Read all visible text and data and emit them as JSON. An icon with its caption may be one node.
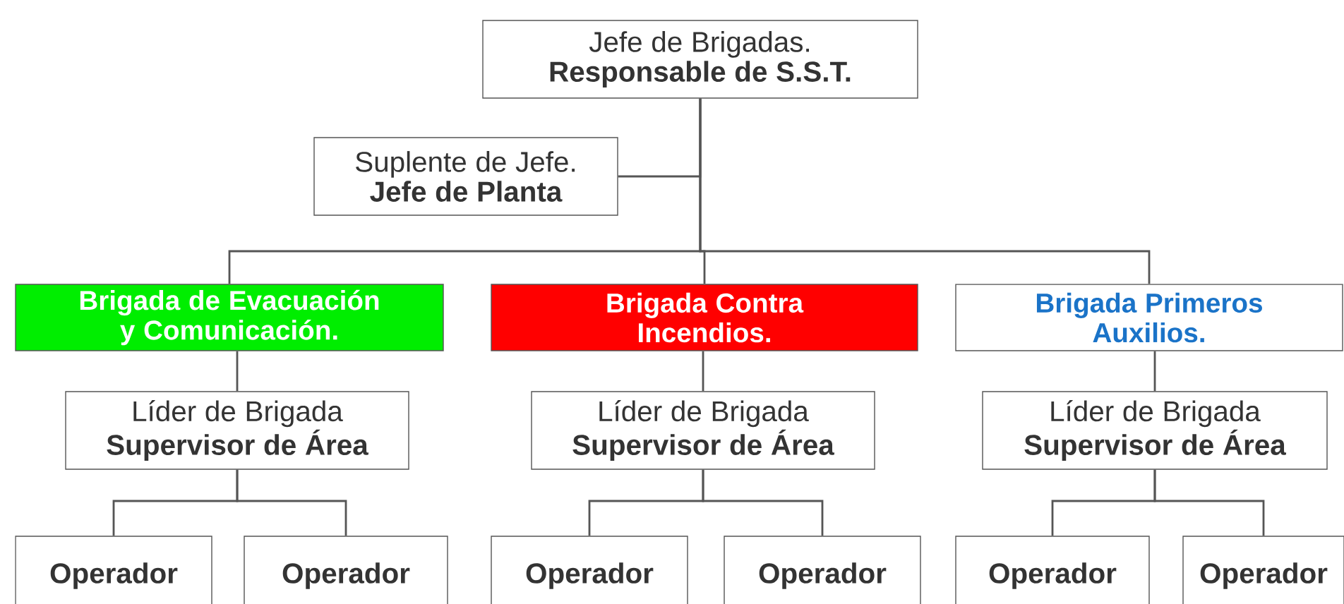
{
  "diagram": {
    "nodes": [
      {
        "text": [
          "Jefe de Brigadas.",
          "Responsable de S.S.T."
        ]
      },
      {
        "text": [
          "Suplente de Jefe.",
          "Jefe de Planta"
        ]
      },
      {
        "text": [
          "Brigada de Evacuación y Comunicación."
        ]
      },
      {
        "text": [
          "Brigada Contra Incendios."
        ]
      },
      {
        "text": [
          "Brigada Primeros Auxilios."
        ]
      },
      {
        "text": [
          "Líder de Brigada",
          "Supervisor de Área"
        ]
      },
      {
        "text": [
          "Líder de Brigada",
          "Supervisor de Área"
        ]
      },
      {
        "text": [
          "Líder de Brigada",
          "Supervisor de Área"
        ]
      },
      {
        "text": [
          "Operador"
        ]
      },
      {
        "text": [
          "Operador"
        ]
      },
      {
        "text": [
          "Operador"
        ]
      },
      {
        "text": [
          "Operador"
        ]
      },
      {
        "text": [
          "Operador"
        ]
      },
      {
        "text": [
          "Operador"
        ]
      }
    ],
    "edges": [
      {
        "from": 0,
        "to": 1,
        "arrow": "none"
      },
      {
        "from": 0,
        "to": 2,
        "arrow": "none"
      },
      {
        "from": 0,
        "to": 3,
        "arrow": "none"
      },
      {
        "from": 0,
        "to": 4,
        "arrow": "none"
      },
      {
        "from": 2,
        "to": 5,
        "arrow": "none"
      },
      {
        "from": 3,
        "to": 6,
        "arrow": "none"
      },
      {
        "from": 4,
        "to": 7,
        "arrow": "none"
      },
      {
        "from": 5,
        "to": 8,
        "arrow": "none"
      },
      {
        "from": 5,
        "to": 9,
        "arrow": "none"
      },
      {
        "from": 6,
        "to": 10,
        "arrow": "none"
      },
      {
        "from": 6,
        "to": 11,
        "arrow": "none"
      },
      {
        "from": 7,
        "to": 12,
        "arrow": "none"
      },
      {
        "from": 7,
        "to": 13,
        "arrow": "none"
      }
    ]
  }
}
